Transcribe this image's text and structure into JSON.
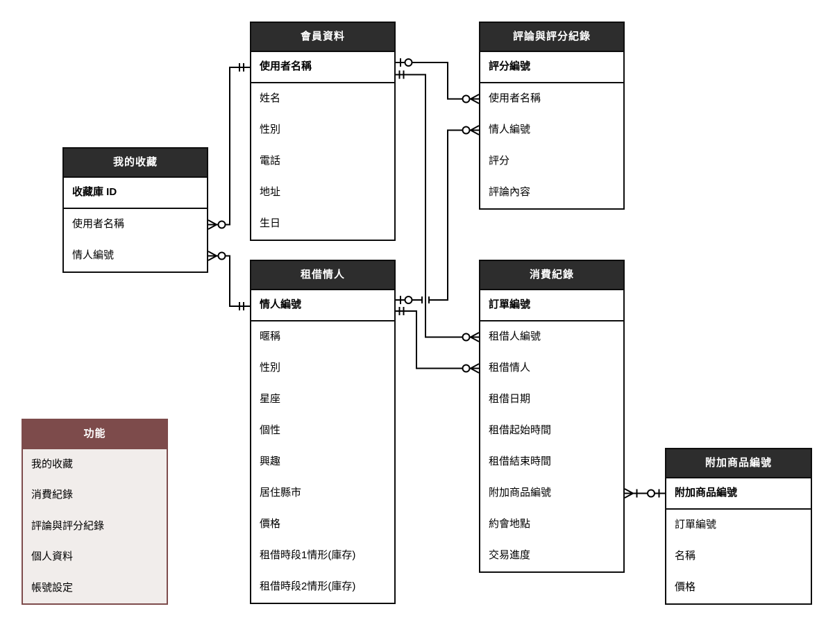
{
  "colors": {
    "entity_header_bg": "#2d2d2d",
    "entity_header_text": "#ffffff",
    "entity_border": "#0d0d0d",
    "entity_body_bg": "#ffffff",
    "menu_header_bg": "#7d4b4b",
    "menu_body_bg": "#f1edeb",
    "connector_line": "#000000",
    "canvas_bg": "#ffffff"
  },
  "tables": [
    {
      "id": "member",
      "title": "會員資料",
      "pk": "使用者名稱",
      "fields": [
        "姓名",
        "性別",
        "電話",
        "地址",
        "生日"
      ]
    },
    {
      "id": "review",
      "title": "評論與評分紀錄",
      "pk": "評分編號",
      "fields": [
        "使用者名稱",
        "情人編號",
        "評分",
        "評論內容"
      ]
    },
    {
      "id": "favorites",
      "title": "我的收藏",
      "pk": "收藏庫 ID",
      "fields": [
        "使用者名稱",
        "情人編號"
      ]
    },
    {
      "id": "lover",
      "title": "租借情人",
      "pk": "情人編號",
      "fields": [
        "暱稱",
        "性別",
        "星座",
        "個性",
        "興趣",
        "居住縣市",
        "價格",
        "租借時段1情形(庫存)",
        "租借時段2情形(庫存)"
      ]
    },
    {
      "id": "orders",
      "title": "消費紀錄",
      "pk": "訂單編號",
      "fields": [
        "租借人編號",
        "租借情人",
        "租借日期",
        "租借起始時間",
        "租借結束時間",
        "附加商品編號",
        "約會地點",
        "交易進度"
      ]
    },
    {
      "id": "addons",
      "title": "附加商品編號",
      "pk": "附加商品編號",
      "fields": [
        "訂單編號",
        "名稱",
        "價格"
      ]
    },
    {
      "id": "functions",
      "title": "功能",
      "fields": [
        "我的收藏",
        "消費紀錄",
        "評論與評分紀錄",
        "個人資料",
        "帳號設定"
      ]
    }
  ],
  "relationships": [
    {
      "from": "我的收藏.使用者名稱",
      "from_cardinality": "zero-or-many",
      "to": "會員資料.使用者名稱",
      "to_cardinality": "exactly-one"
    },
    {
      "from": "我的收藏.情人編號",
      "from_cardinality": "zero-or-many",
      "to": "租借情人.情人編號",
      "to_cardinality": "exactly-one"
    },
    {
      "from": "會員資料.使用者名稱",
      "from_cardinality": "zero-or-one",
      "to": "評論與評分紀錄.使用者名稱",
      "to_cardinality": "zero-or-many"
    },
    {
      "from": "會員資料.使用者名稱",
      "from_cardinality": "exactly-one",
      "to": "消費紀錄.租借人編號",
      "to_cardinality": "zero-or-many"
    },
    {
      "from": "租借情人.情人編號",
      "from_cardinality": "zero-or-one",
      "to": "評論與評分紀錄.情人編號",
      "to_cardinality": "zero-or-many"
    },
    {
      "from": "租借情人.情人編號",
      "from_cardinality": "exactly-one",
      "to": "消費紀錄.租借情人",
      "to_cardinality": "zero-or-many"
    },
    {
      "from": "消費紀錄.附加商品編號",
      "from_cardinality": "one-or-many",
      "to": "附加商品編號.附加商品編號",
      "to_cardinality": "zero-or-one"
    }
  ]
}
